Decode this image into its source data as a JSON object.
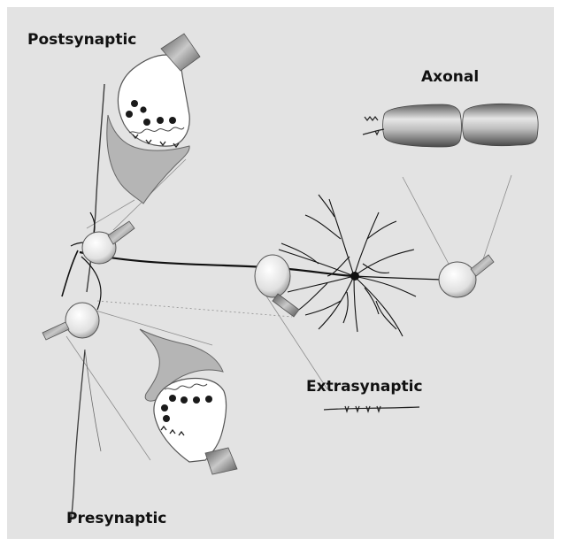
{
  "labels": {
    "postsynaptic": "Postsynaptic",
    "axonal": "Axonal",
    "extrasynaptic": "Extrasynaptic",
    "presynaptic": "Presynaptic"
  },
  "colors": {
    "background": "#e3e3e3",
    "terminal_fill": "#ffffff",
    "cleft_fill": "#b5b5b5",
    "vesicle": "#1a1a1a",
    "neuron": "#111111",
    "electrode": "#8a8a8a"
  }
}
